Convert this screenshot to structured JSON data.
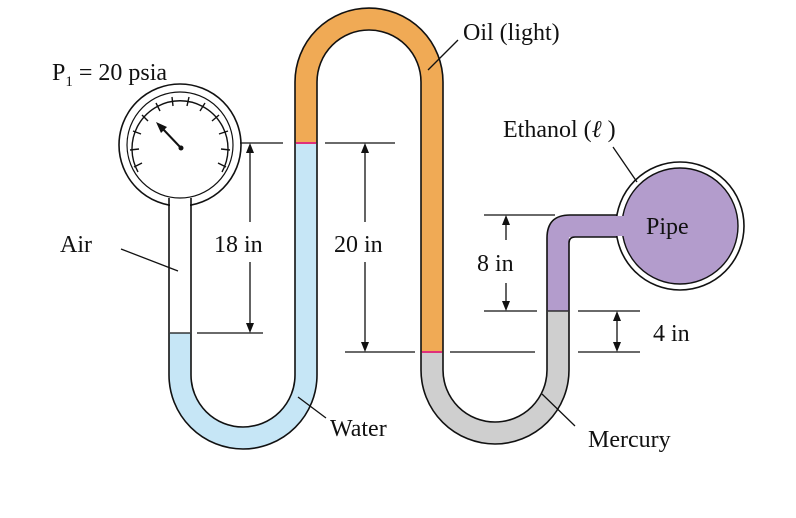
{
  "labels": {
    "p1_main": "P",
    "p1_sub": "1",
    "p1_rest": " = 20 psia",
    "oil": "Oil (light)",
    "ethanol_prefix": "Ethanol (",
    "ethanol_symbol": "ℓ",
    "ethanol_suffix": " )",
    "pipe": "Pipe",
    "air": "Air",
    "water": "Water",
    "mercury": "Mercury",
    "dim_18": "18 in",
    "dim_20": "20 in",
    "dim_8": "8 in",
    "dim_4": "4 in"
  },
  "colors": {
    "oil": "#F0AA55",
    "water": "#C6E6F6",
    "mercury": "#CFCFCF",
    "ethanol": "#B39CCC",
    "interface": "#E0307A",
    "outline": "#111111"
  },
  "icons": {
    "gauge": "pressure-gauge-icon"
  }
}
